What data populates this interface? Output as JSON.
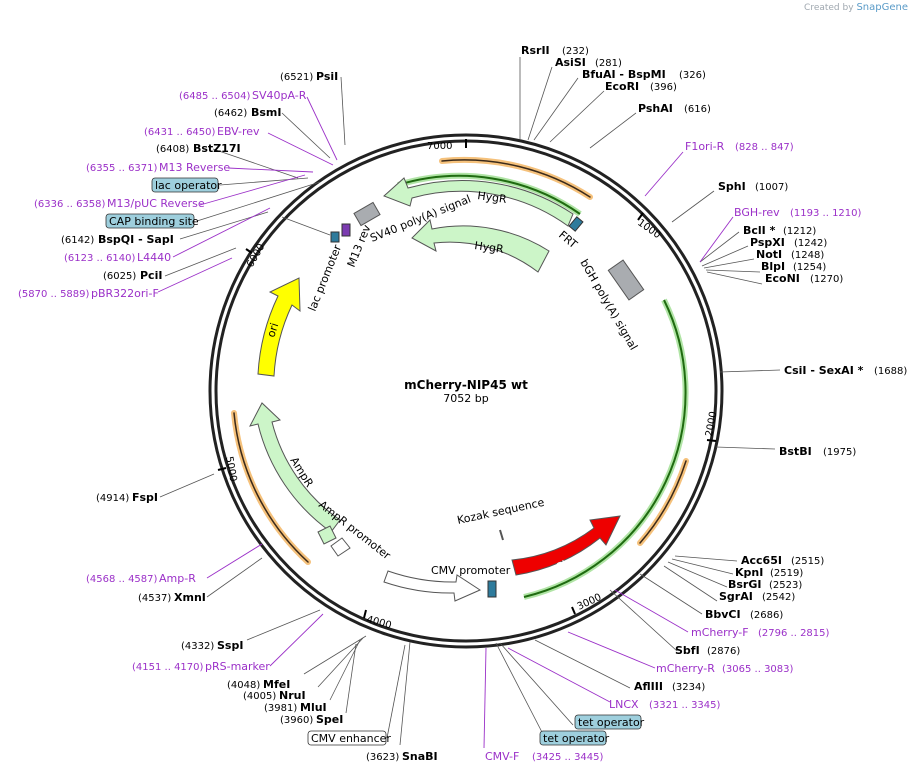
{
  "watermark": {
    "prefix": "Created by",
    "brand": "SnapGene"
  },
  "plasmid": {
    "name": "mCherry-NIP45 wt",
    "length_label": "7052 bp"
  },
  "ticks": [
    "1000",
    "2000",
    "3000",
    "4000",
    "5000",
    "6000",
    "7000"
  ],
  "enzymes": [
    {
      "name": "RsrII",
      "pos": "(232)"
    },
    {
      "name": "AsiSI",
      "pos": "(281)"
    },
    {
      "name": "BfuAI  -  BspMI",
      "pos": "(326)"
    },
    {
      "name": "EcoRI",
      "pos": "(396)"
    },
    {
      "name": "PshAI",
      "pos": "(616)"
    },
    {
      "name": "SphI",
      "pos": "(1007)"
    },
    {
      "name": "BclI *",
      "pos": "(1212)"
    },
    {
      "name": "PspXI",
      "pos": "(1242)"
    },
    {
      "name": "NotI",
      "pos": "(1248)"
    },
    {
      "name": "BlpI",
      "pos": "(1254)"
    },
    {
      "name": "EcoNI",
      "pos": "(1270)"
    },
    {
      "name": "CsiI  -  SexAI *",
      "pos": "(1688)"
    },
    {
      "name": "BstBI",
      "pos": "(1975)"
    },
    {
      "name": "Acc65I",
      "pos": "(2515)"
    },
    {
      "name": "KpnI",
      "pos": "(2519)"
    },
    {
      "name": "BsrGI",
      "pos": "(2523)"
    },
    {
      "name": "SgrAI",
      "pos": "(2542)"
    },
    {
      "name": "BbvCI",
      "pos": "(2686)"
    },
    {
      "name": "SbfI",
      "pos": "(2876)"
    },
    {
      "name": "AflIII",
      "pos": "(3234)"
    },
    {
      "name": "SnaBI",
      "pos": "(3623)"
    },
    {
      "name": "SpeI",
      "pos": "(3960)"
    },
    {
      "name": "MluI",
      "pos": "(3981)"
    },
    {
      "name": "NruI",
      "pos": "(4005)"
    },
    {
      "name": "MfeI",
      "pos": "(4048)"
    },
    {
      "name": "SspI",
      "pos": "(4332)"
    },
    {
      "name": "XmnI",
      "pos": "(4537)"
    },
    {
      "name": "FspI",
      "pos": "(4914)"
    },
    {
      "name": "PciI",
      "pos": "(6025)"
    },
    {
      "name": "BspQI  -  SapI",
      "pos": "(6142)"
    },
    {
      "name": "BstZ17I",
      "pos": "(6408)"
    },
    {
      "name": "BsmI",
      "pos": "(6462)"
    },
    {
      "name": "PsiI",
      "pos": "(6521)"
    }
  ],
  "primers": [
    {
      "name": "F1ori-R",
      "range": "(828 .. 847)"
    },
    {
      "name": "BGH-rev",
      "range": "(1193 .. 1210)"
    },
    {
      "name": "mCherry-F",
      "range": "(2796 .. 2815)"
    },
    {
      "name": "mCherry-R",
      "range": "(3065 .. 3083)"
    },
    {
      "name": "LNCX",
      "range": "(3321 .. 3345)"
    },
    {
      "name": "CMV-F",
      "range": "(3425 .. 3445)"
    },
    {
      "name": "pRS-marker",
      "range": "(4151 .. 4170)"
    },
    {
      "name": "Amp-R",
      "range": "(4568 .. 4587)"
    },
    {
      "name": "pBR322ori-F",
      "range": "(5870 .. 5889)"
    },
    {
      "name": "L4440",
      "range": "(6123 .. 6140)"
    },
    {
      "name": "M13/pUC Reverse",
      "range": "(6336 .. 6358)"
    },
    {
      "name": "M13 Reverse",
      "range": "(6355 .. 6371)"
    },
    {
      "name": "EBV-rev",
      "range": "(6431 .. 6450)"
    },
    {
      "name": "SV40pA-R",
      "range": "(6485 .. 6504)"
    }
  ],
  "boxed_features": [
    "lac operator",
    "CAP binding site",
    "tet operator",
    "tet operator",
    "CMV enhancer"
  ],
  "features": {
    "hygr_outer": "HygR",
    "hygr_inner": "HygR",
    "sv40": "SV40 poly(A) signal",
    "frt": "FRT",
    "bgh": "bGH poly(A) signal",
    "lac_promoter": "lac promoter",
    "m13rev": "M13 rev",
    "ori": "ori",
    "ampr": "AmpR",
    "ampr_promoter": "AmpR promoter",
    "cmv_promoter": "CMV promoter",
    "mcherry": "mCherry",
    "kozak": "Kozak sequence"
  },
  "colors": {
    "hygr": "#ccf5c8",
    "mcherry": "#ee0000",
    "ori": "#ffff00",
    "ampr": "#ccf5c8",
    "primer": "#9b30c8",
    "orf": "#f2b15a",
    "box": "#9ecfdd"
  }
}
